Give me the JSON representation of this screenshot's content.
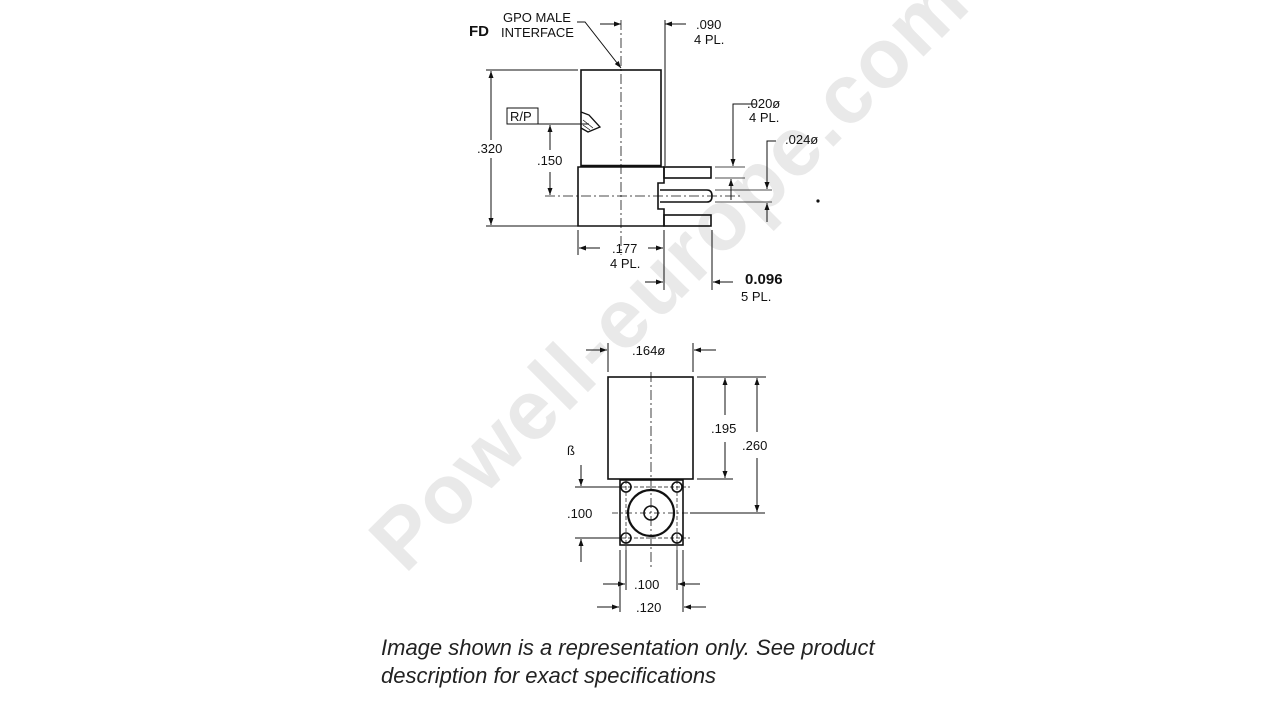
{
  "watermark": "Powell-europe.com",
  "side_view": {
    "series_label": "FD",
    "callout_interface_line1": "GPO MALE",
    "callout_interface_line2": "INTERFACE",
    "ref_box": "R/P",
    "dims": {
      "top_offset": ".090",
      "top_offset_qty": "4 PL.",
      "overall_height": ".320",
      "ref_height": ".150",
      "pin_dia_small": ".020ø",
      "pin_dia_small_qty": "4 PL.",
      "pin_dia_large": ".024ø",
      "body_width": ".177",
      "body_width_qty": "4 PL.",
      "pin_length": "0.096",
      "pin_length_qty": "5 PL."
    }
  },
  "top_view": {
    "dims": {
      "diameter": ".164ø",
      "upper_height": ".195",
      "total_height": ".260",
      "pitch_vertical": ".100",
      "pitch_horizontal": ".100",
      "flange_width": ".120",
      "stray_mark": "ß"
    }
  },
  "caption": {
    "line1": "Image shown is a representation only. See product",
    "line2": "description for exact specifications"
  },
  "colors": {
    "line": "#111111",
    "watermark": "#e9e9e9",
    "caption_text": "#222222",
    "background": "#ffffff"
  }
}
